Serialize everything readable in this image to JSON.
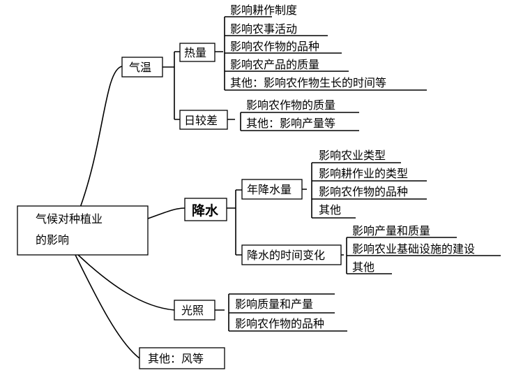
{
  "root": {
    "line1": "气候对种植业",
    "line2": "的影响"
  },
  "branches": {
    "qiwen": {
      "label": "气温",
      "reliang": {
        "label": "热量",
        "items": [
          "影响耕作制度",
          "影响农事活动",
          "影响农作物的品种",
          "影响农产品的质量",
          "其他：影响农作物生长的时间等"
        ]
      },
      "rijiaocha": {
        "label": "日较差",
        "items": [
          "影响农作物的质量",
          "其他：影响产量等"
        ]
      }
    },
    "jiangshui": {
      "label": "降水",
      "nianjiangshuiliang": {
        "label": "年降水量",
        "items": [
          "影响农业类型",
          "影响耕作业的类型",
          "影响农作物的品种",
          "其他"
        ]
      },
      "shijianbianhua": {
        "label": "降水的时间变化",
        "items": [
          "影响产量和质量",
          "影响农业基础设施的建设",
          "其他"
        ]
      }
    },
    "guangzhao": {
      "label": "光照",
      "items": [
        "影响质量和产量",
        "影响农作物的品种"
      ]
    },
    "other": {
      "label": "其他：风等"
    }
  }
}
